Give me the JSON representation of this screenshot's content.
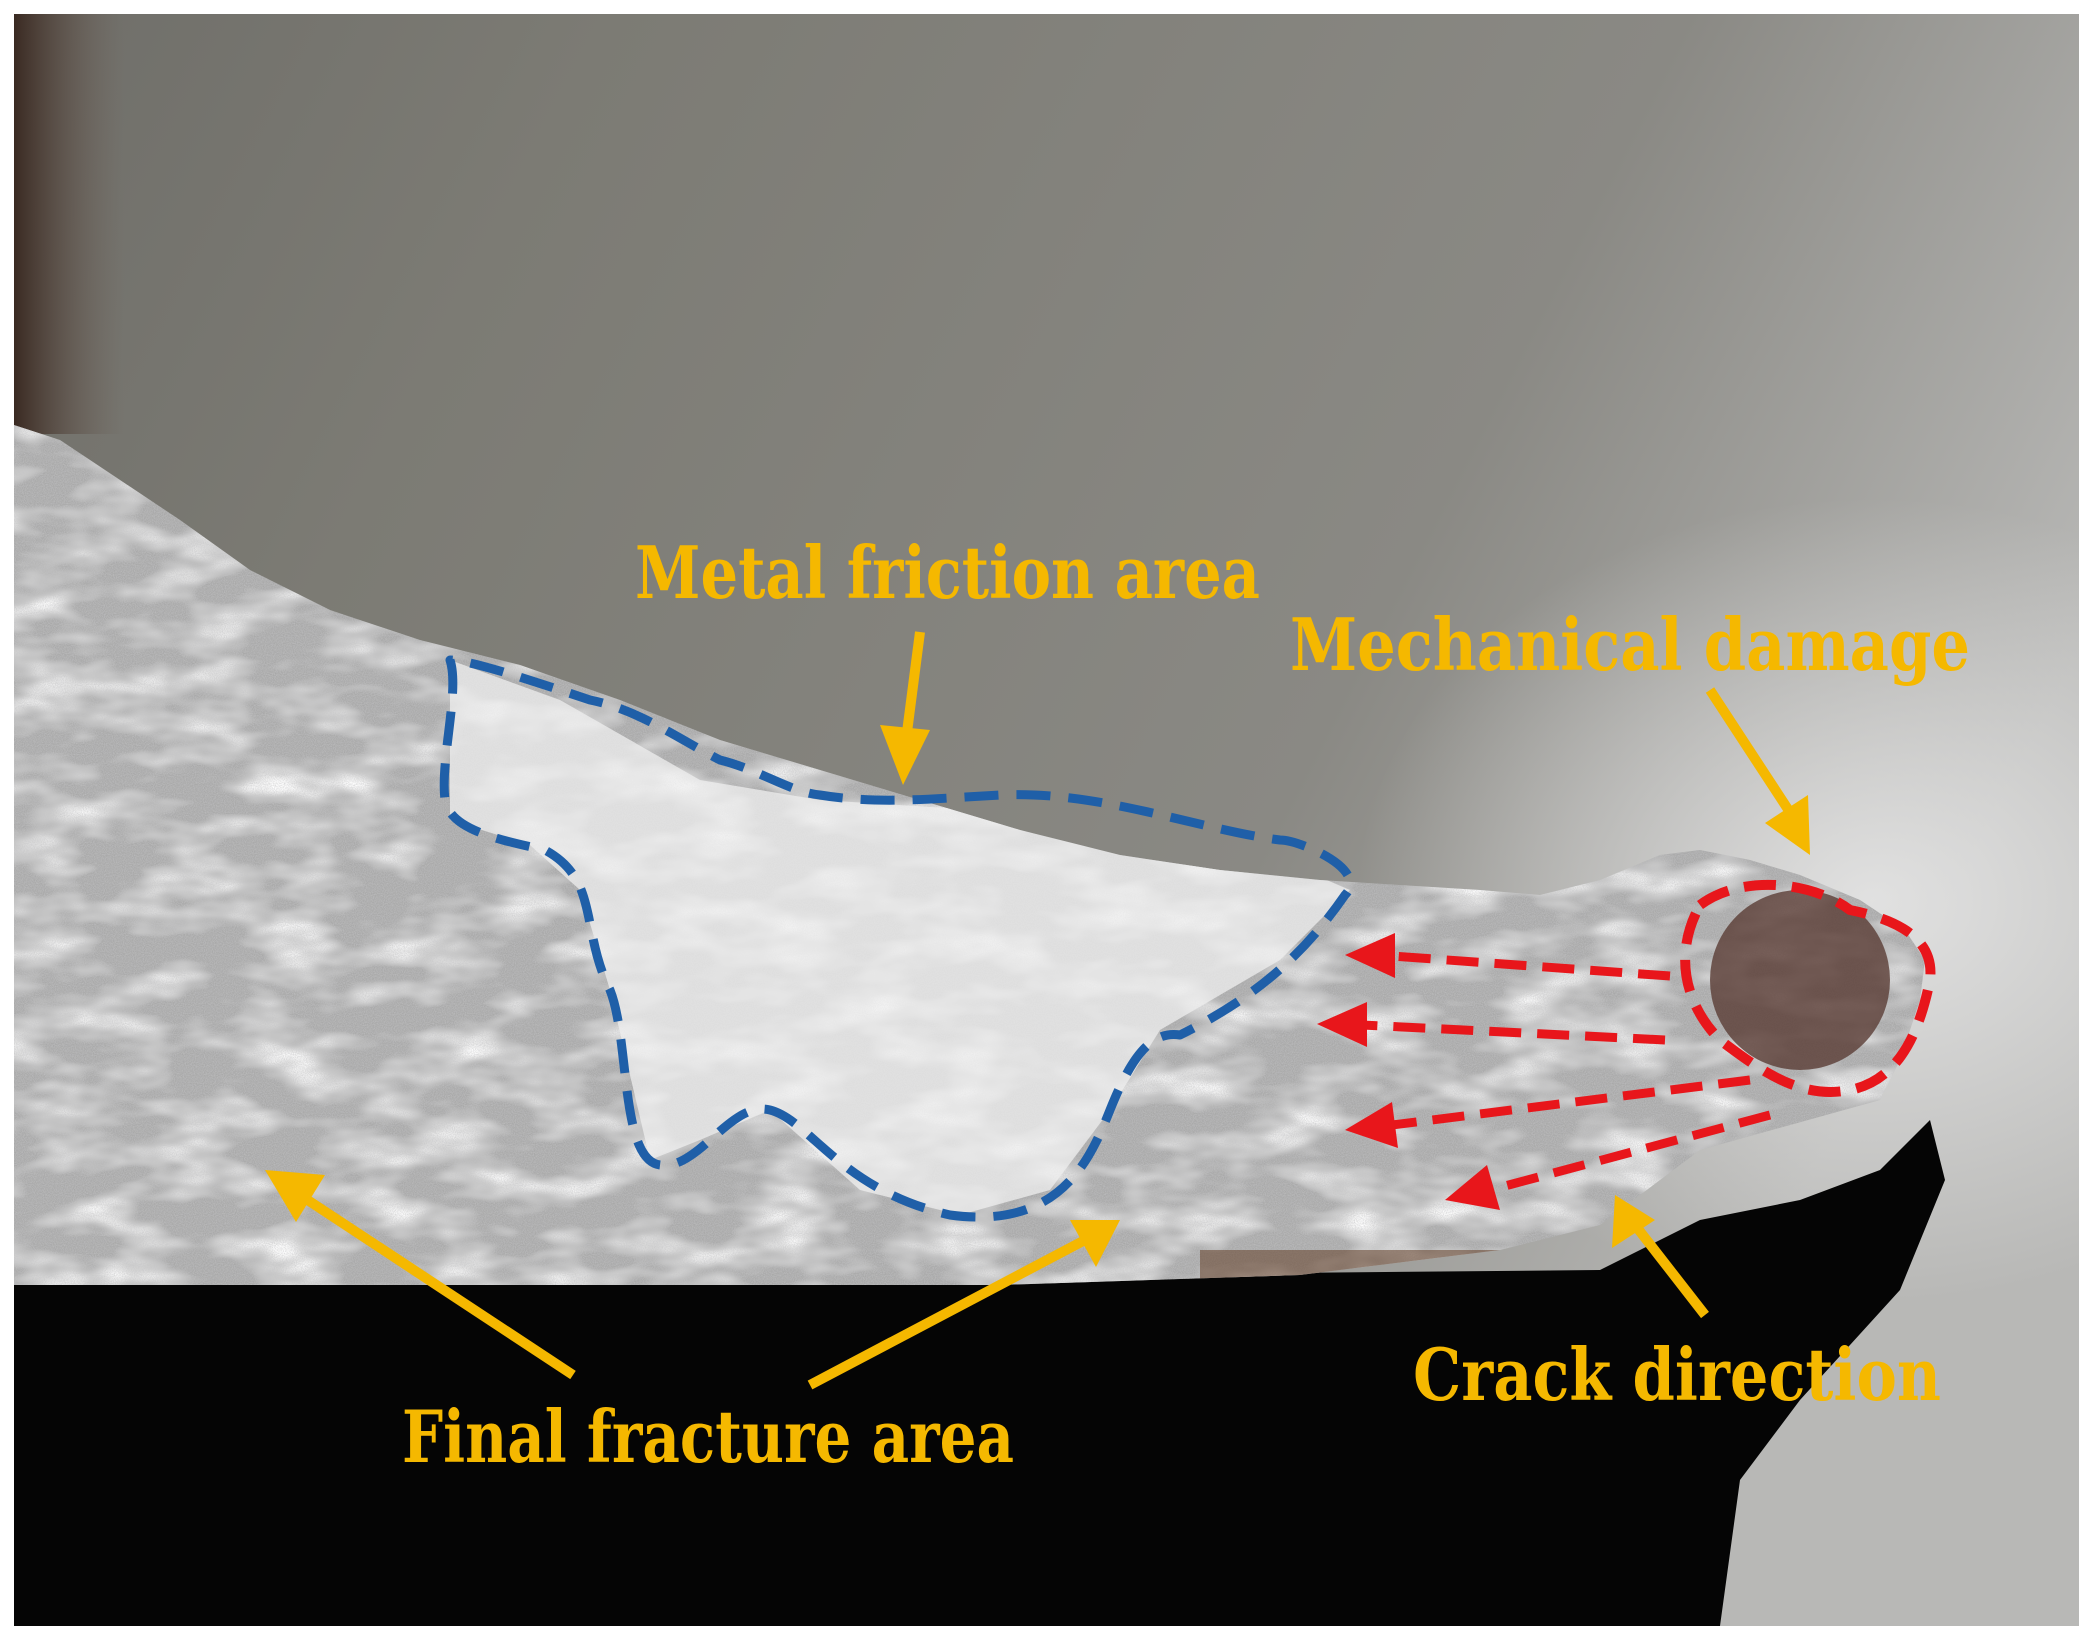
{
  "colors": {
    "annotation_text": "#F5B800",
    "annotation_arrow": "#F5B800",
    "friction_outline": "#1F5FA8",
    "damage_outline": "#E8161B",
    "crack_arrows": "#E8161B",
    "background_gray": "#7C7B74",
    "metal_gray": "#B4B4B4",
    "shadow": "#050505"
  },
  "labels": {
    "metal_friction": "Metal friction area",
    "mechanical_damage": "Mechanical damage",
    "final_fracture": "Final fracture area",
    "crack_direction": "Crack direction"
  },
  "icons": {
    "annotation_arrow": "arrow-icon",
    "crack_arrow": "dashed-arrow-icon"
  }
}
